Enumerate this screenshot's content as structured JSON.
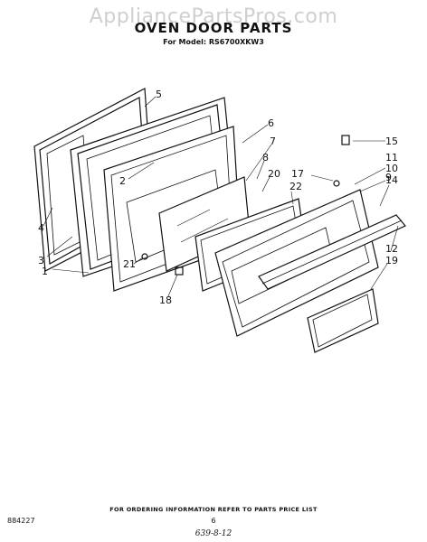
{
  "watermark": "AppliancePartsPros.com",
  "title": "OVEN DOOR PARTS",
  "model_line": "For Model: RS6700XKW3",
  "callouts": [
    "1",
    "2",
    "3",
    "4",
    "5",
    "6",
    "7",
    "8",
    "9",
    "10",
    "11",
    "12",
    "14",
    "15",
    "17",
    "18",
    "19",
    "20",
    "21",
    "22"
  ],
  "footer_note": "FOR ORDERING INFORMATION REFER TO PARTS PRICE LIST",
  "doc_number": "884227",
  "page_number": "6",
  "handwritten_code": "639-8-12"
}
